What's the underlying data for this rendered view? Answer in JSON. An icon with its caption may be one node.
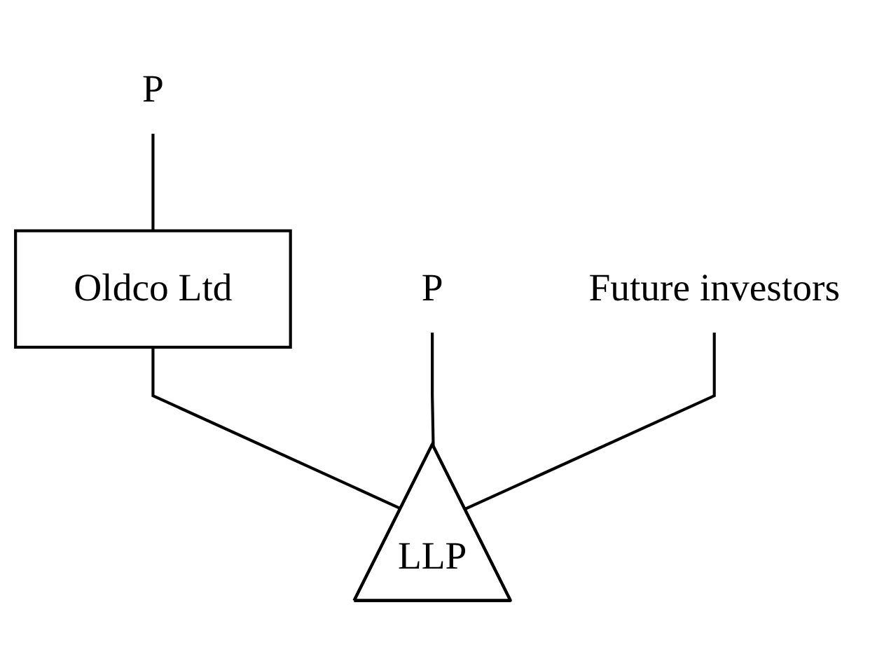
{
  "diagram": {
    "nodes": [
      {
        "text": [
          "P"
        ]
      },
      {
        "text": [
          "Oldco Ltd"
        ]
      },
      {
        "text": [
          "P"
        ]
      },
      {
        "text": [
          "Future investors"
        ]
      },
      {
        "text": [
          "LLP"
        ]
      }
    ],
    "edges": [
      {
        "from": 0,
        "to": 1,
        "arrow": "none"
      },
      {
        "from": 1,
        "to": 4,
        "arrow": "none"
      },
      {
        "from": 2,
        "to": 4,
        "arrow": "none"
      },
      {
        "from": 3,
        "to": 4,
        "arrow": "none"
      }
    ]
  }
}
